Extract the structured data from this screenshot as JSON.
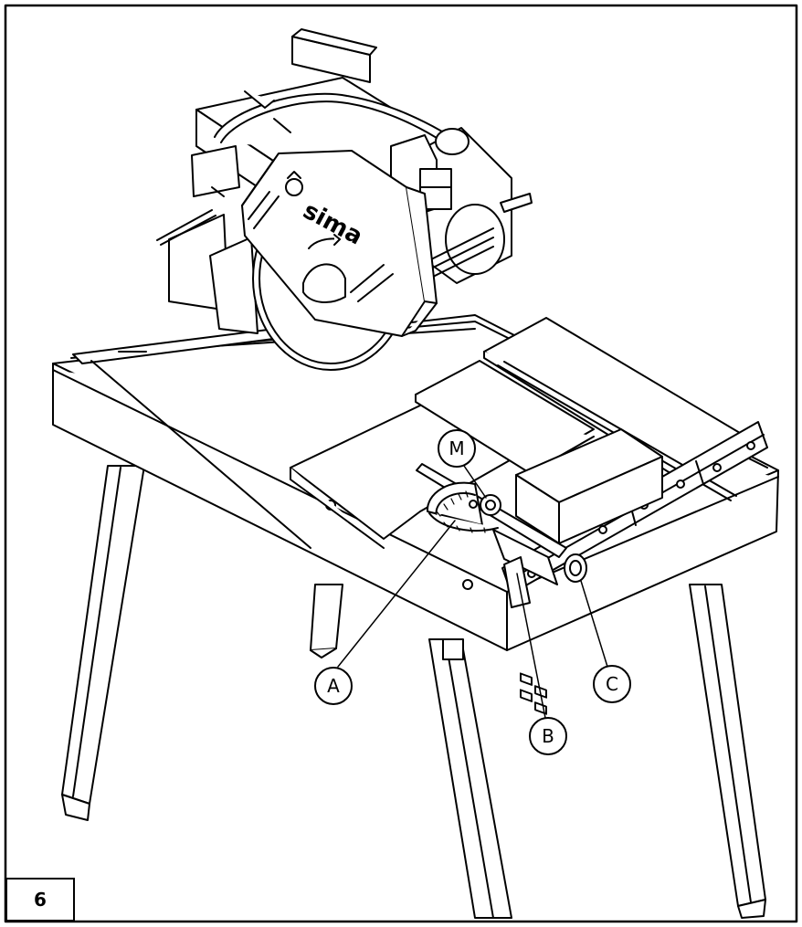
{
  "figure": {
    "number": "6",
    "brand": "sima"
  },
  "callouts": [
    {
      "id": "M",
      "label": "M"
    },
    {
      "id": "A",
      "label": "A"
    },
    {
      "id": "B",
      "label": "B"
    },
    {
      "id": "C",
      "label": "C"
    }
  ]
}
